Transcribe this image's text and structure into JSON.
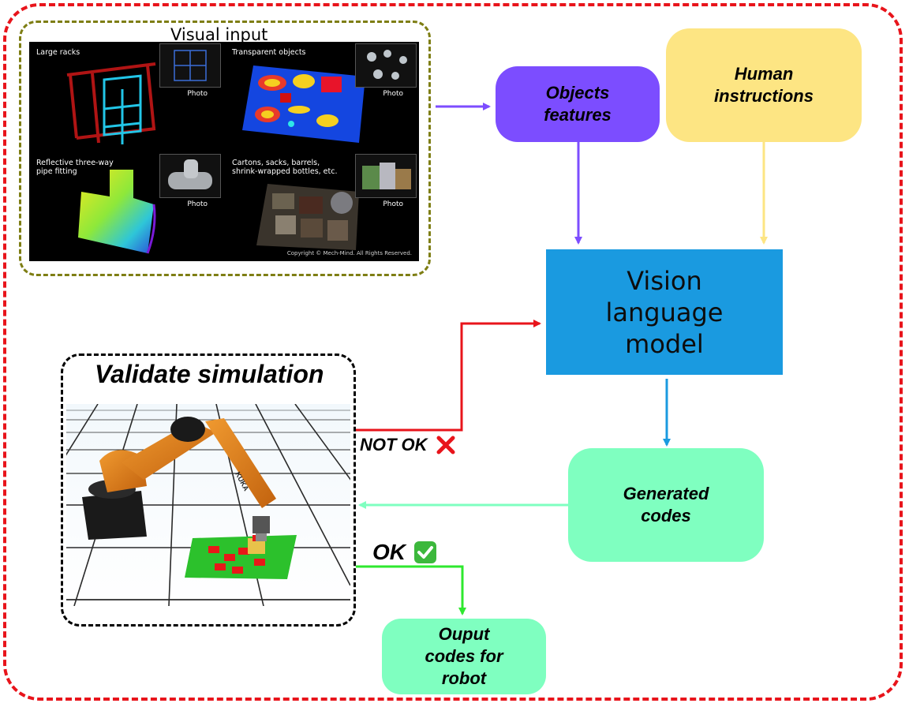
{
  "visual_input": {
    "title": "Visual input",
    "panels": [
      {
        "label": "Large racks",
        "photo_label": "Photo"
      },
      {
        "label": "Transparent objects",
        "photo_label": "Photo"
      },
      {
        "label": "Reflective three-way\npipe fitting",
        "photo_label": "Photo"
      },
      {
        "label": "Cartons, sacks, barrels,\nshrink-wrapped bottles, etc.",
        "photo_label": "Photo"
      }
    ],
    "copyright": "Copyright © Mech-Mind. All Rights Reserved."
  },
  "nodes": {
    "objects_features": "Objects\nfeatures",
    "human_instructions": "Human\ninstructions",
    "vision_language_model": "Vision\nlanguage\nmodel",
    "generated_codes": "Generated\ncodes",
    "output_codes": "Ouput\ncodes for\nrobot"
  },
  "simulation": {
    "title": "Validate simulation",
    "robot_brand": "KUKA"
  },
  "edges": {
    "not_ok_label": "NOT OK",
    "ok_label": "OK"
  },
  "colors": {
    "outer_border": "#e8141b",
    "visual_border": "#7e7e14",
    "objects_features": "#7c4dff",
    "human_instructions": "#fde583",
    "vision_language_model": "#1a9ae0",
    "generated_codes": "#7fffc0",
    "not_ok_arrow": "#e8141b",
    "ok_arrow": "#2ee82e"
  }
}
